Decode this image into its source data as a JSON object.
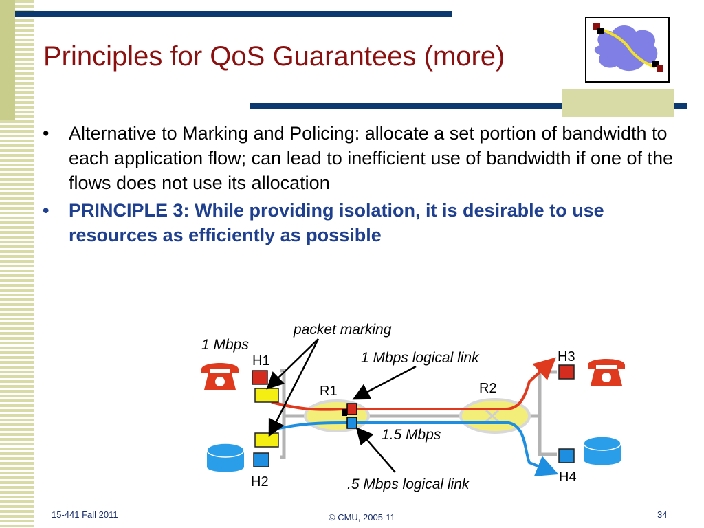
{
  "title": "Principles for QoS Guarantees (more)",
  "bullets": [
    {
      "marker": "•",
      "text": "Alternative to Marking and Policing: allocate a set portion of bandwidth to each application flow; can lead to inefficient use of bandwidth if one of the flows does not use its allocation"
    },
    {
      "marker": "•",
      "text": "PRINCIPLE 3: While providing isolation, it is desirable to use resources as efficiently as possible"
    }
  ],
  "diagram": {
    "packet_marking": "packet marking",
    "rate_1mbps": "1 Mbps",
    "h1": "H1",
    "h2": "H2",
    "h3": "H3",
    "h4": "H4",
    "r1": "R1",
    "r2": "R2",
    "logical_link_1": "1 Mbps logical link",
    "link_rate": "1.5 Mbps",
    "logical_link_2": ".5 Mbps logical link"
  },
  "footer": {
    "left": "15-441 Fall 2011",
    "center": "© CMU, 2005-11",
    "page": "34"
  },
  "colors": {
    "title": "#8b0f0f",
    "bullet_emphasis": "#1f3f8f",
    "bar": "#0b3a70",
    "accent": "#d9dba6",
    "red_flow": "#e03a1e",
    "blue_flow": "#1e8fe0",
    "router": "#f3ee7a"
  }
}
